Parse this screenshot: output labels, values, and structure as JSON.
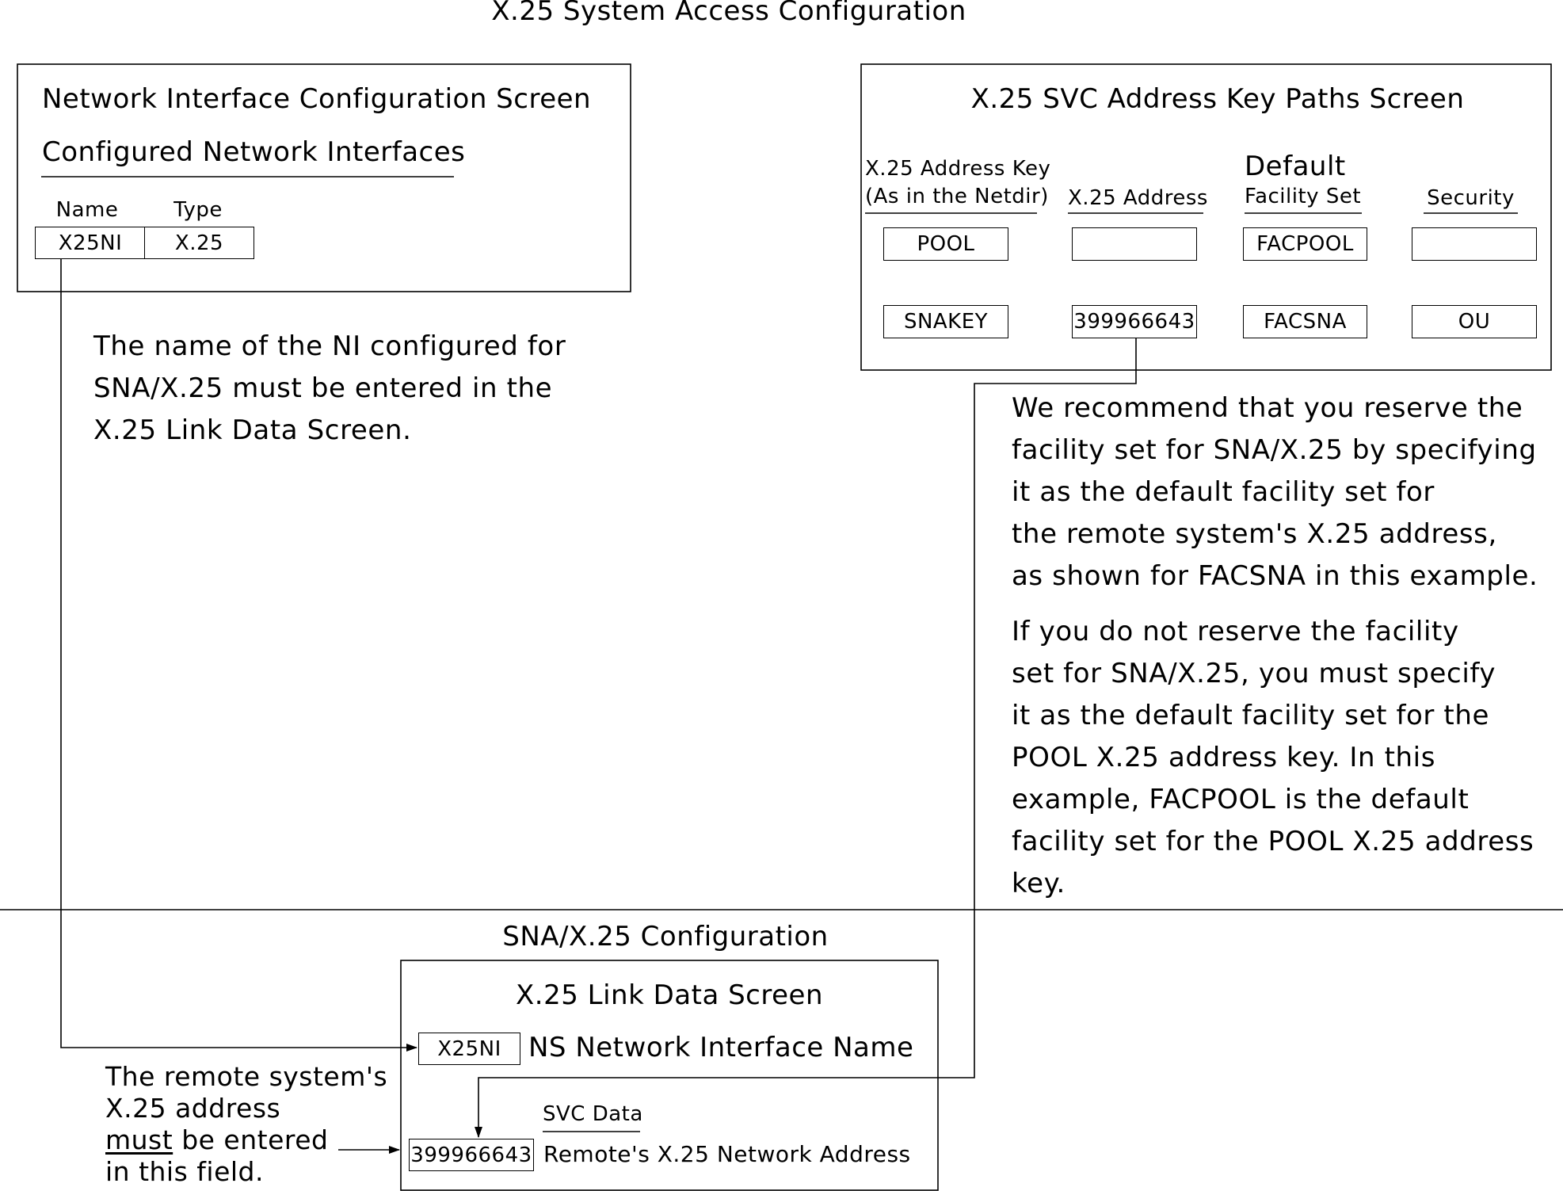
{
  "x25_system": {
    "title": "X.25 System Access Configuration",
    "ni_screen": {
      "title": "Network Interface Configuration Screen",
      "subtitle": "Configured Network Interfaces",
      "col_name": "Name",
      "col_type": "Type",
      "name_value": "X25NI",
      "type_value": "X.25"
    },
    "ni_note": [
      "The name of the NI configured for",
      "SNA/X.25 must be entered in the",
      "X.25 Link Data Screen."
    ],
    "svc_screen": {
      "title": "X.25 SVC Address Key Paths Screen",
      "col_key_line1": "X.25 Address Key",
      "col_key_line2": "(As in the Netdir)",
      "col_address": "X.25 Address",
      "col_facility_line1": "Default",
      "col_facility_line2": "Facility Set",
      "col_security": "Security",
      "rows": [
        {
          "key": "POOL",
          "address": "",
          "facility": "FACPOOL",
          "security": ""
        },
        {
          "key": "SNAKEY",
          "address": "399966643",
          "facility": "FACSNA",
          "security": "OU"
        }
      ]
    },
    "recommend_note": [
      "We recommend that you reserve the",
      "facility set for SNA/X.25 by specifying",
      "it as the default facility set for",
      "the remote system's X.25 address,",
      "as shown for FACSNA in this example."
    ],
    "reserve_note": [
      "If you do not reserve the facility",
      "set for SNA/X.25, you must specify",
      "it as the default facility set for the",
      "POOL X.25 address key.  In this",
      "example, FACPOOL is the default",
      "facility set for the POOL X.25 address",
      "key."
    ]
  },
  "sna_config": {
    "title": "SNA/X.25 Configuration",
    "link_screen": {
      "title": "X.25 Link Data Screen",
      "ni_value": "X25NI",
      "ni_label": "NS Network Interface Name",
      "svc_heading": "SVC Data",
      "address_value": "399966643",
      "address_label": "Remote's X.25 Network Address"
    },
    "remote_note": {
      "line1": "The remote system's",
      "line2": "X.25 address",
      "line3_underlined": "must",
      "line3_rest": " be entered",
      "line4": "in this field."
    }
  }
}
